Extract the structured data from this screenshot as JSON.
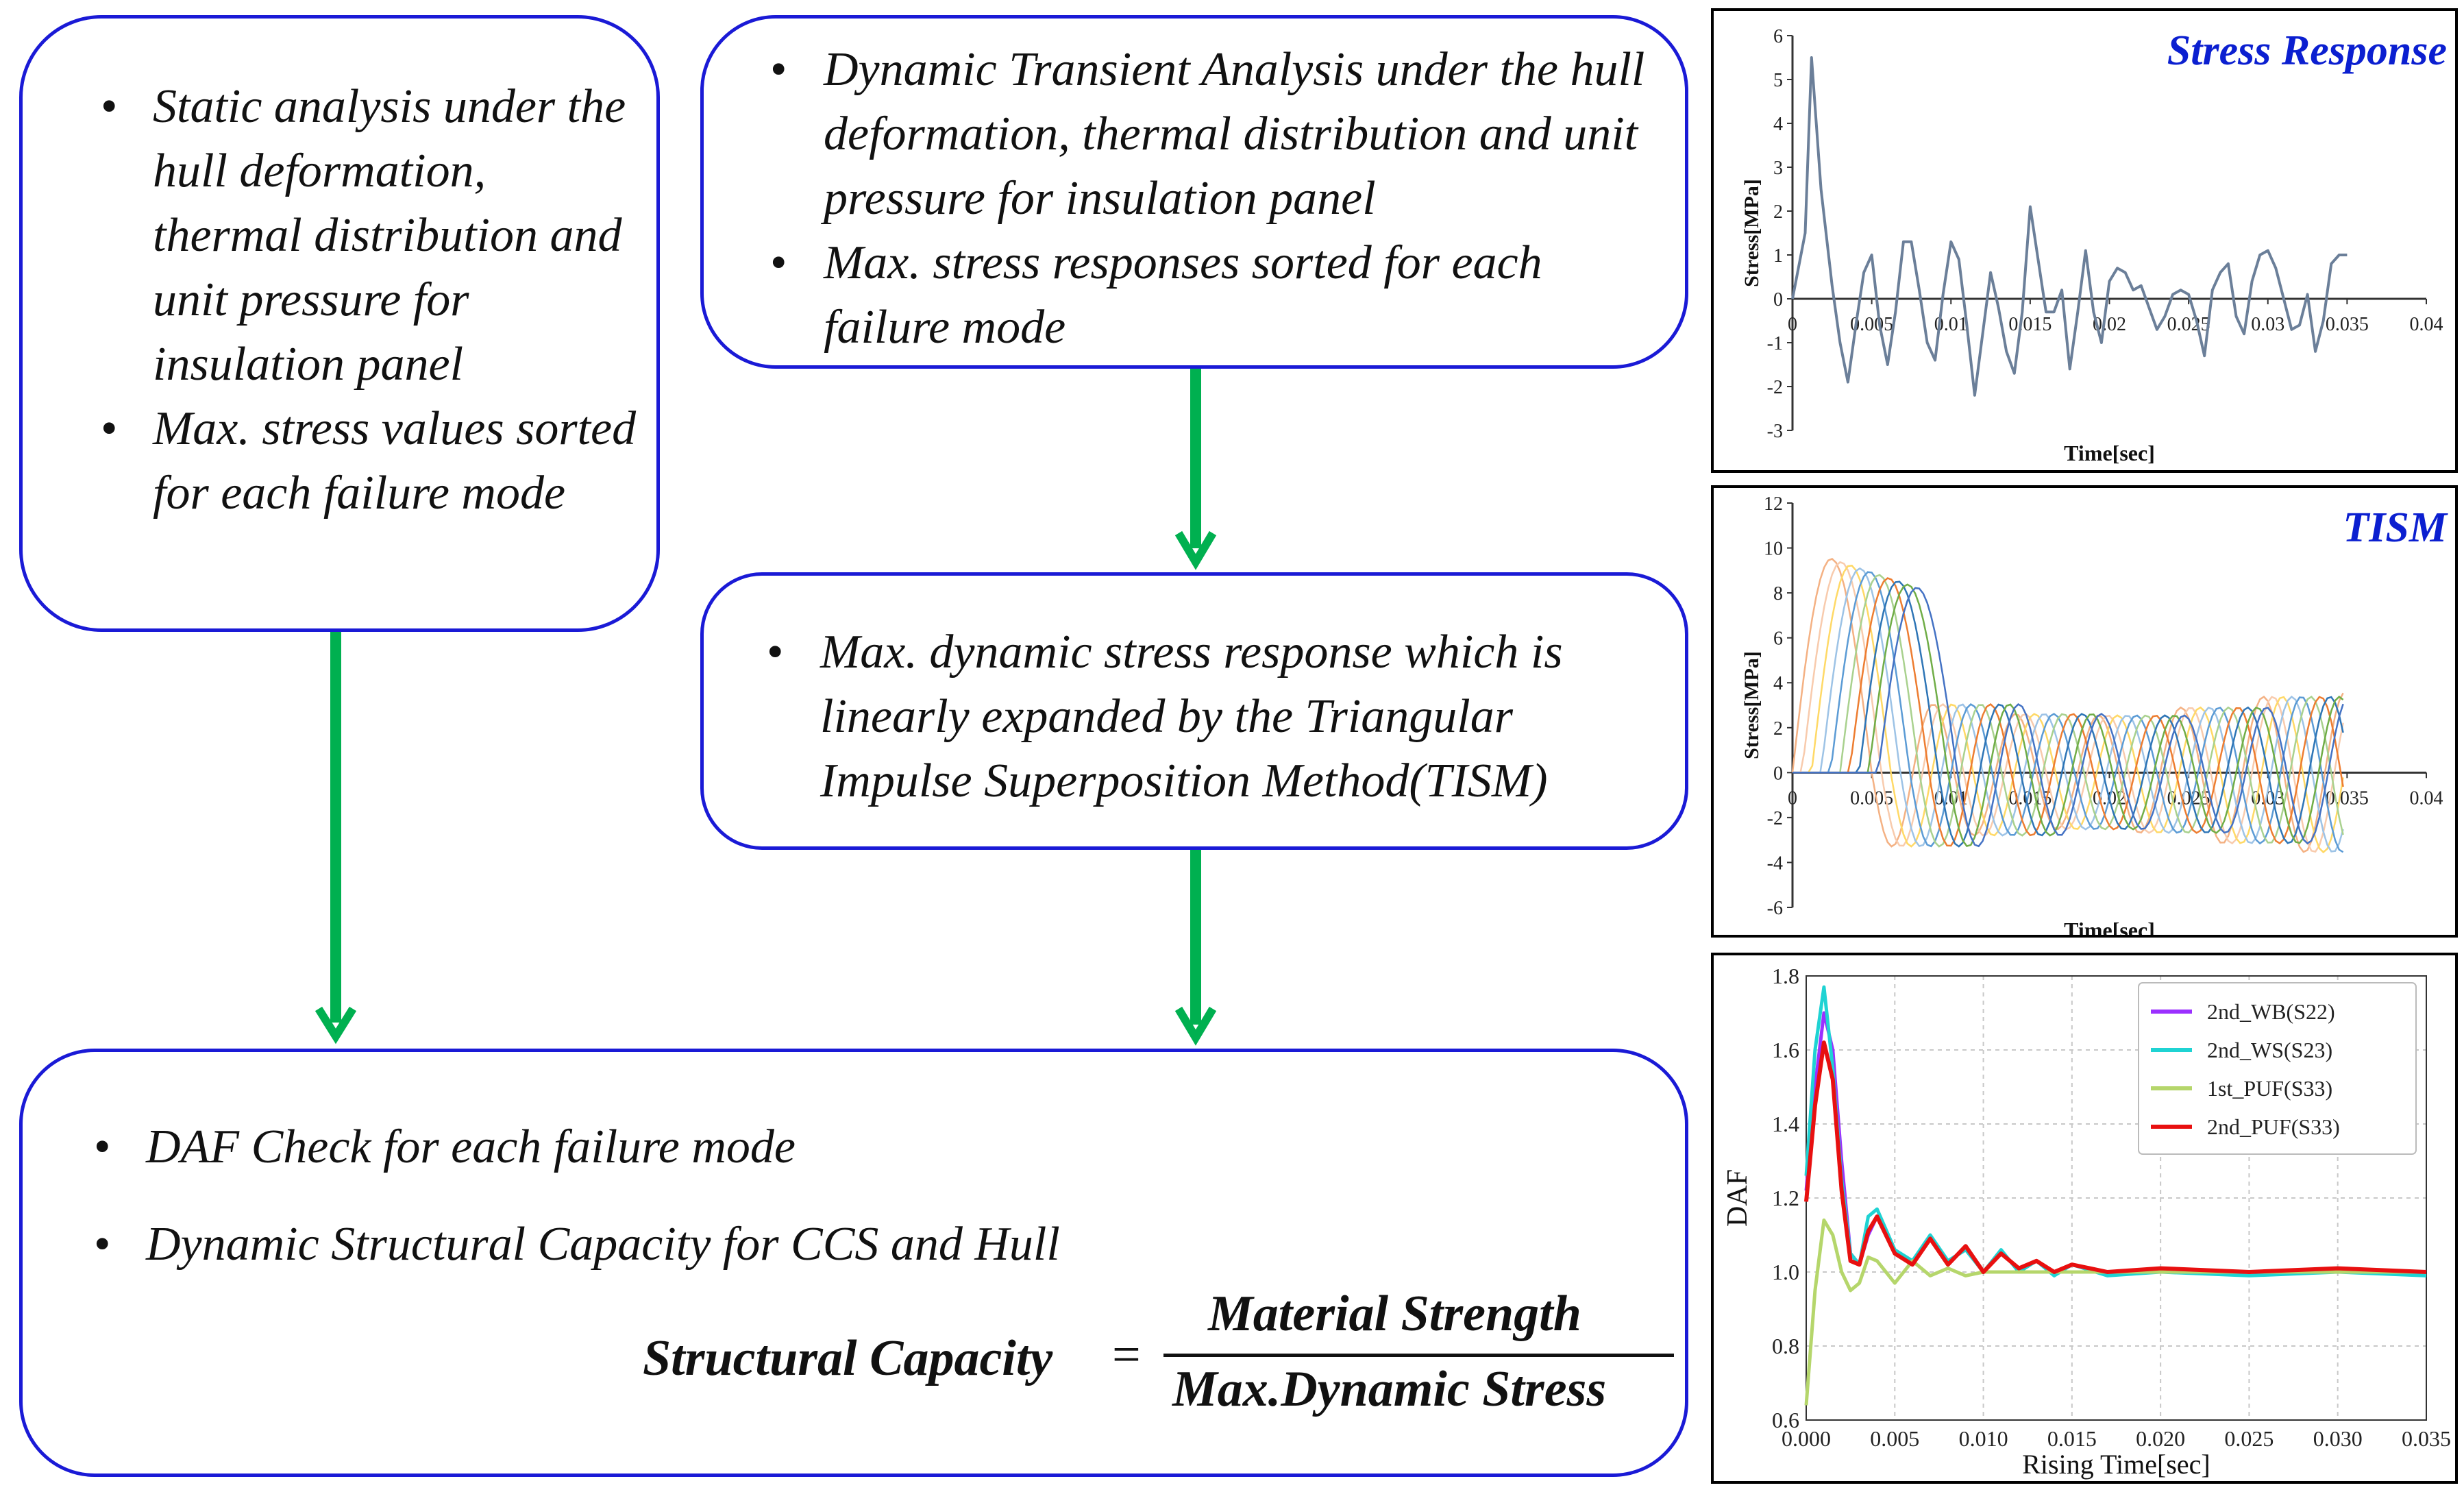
{
  "boxes": {
    "static": {
      "bullets": [
        "Static analysis under the hull deformation, thermal distribution and unit pressure for insulation panel",
        "Max. stress values sorted for each failure mode"
      ]
    },
    "dynamic": {
      "bullets": [
        "Dynamic Transient Analysis under the hull deformation, thermal distribution and unit pressure for insulation panel",
        "Max. stress responses sorted for each failure mode"
      ]
    },
    "tism": {
      "bullets": [
        "Max. dynamic stress response which is linearly expanded by the Triangular Impulse Superposition Method(TISM)"
      ]
    },
    "daf": {
      "bullets": [
        "DAF Check for each failure mode",
        "Dynamic Structural Capacity for CCS and Hull"
      ],
      "formula_lhs": "Structural Capacity",
      "formula_eq": "=",
      "formula_num": "Material Strength",
      "formula_den": "Max.Dynamic Stress"
    }
  },
  "colors": {
    "box_border": "#1a1ad6",
    "arrow": "#00b050",
    "title_blue": "#0b1fd0"
  },
  "chart_data": [
    {
      "type": "line",
      "title": "Stress Response",
      "xlabel": "Time[sec]",
      "ylabel": "Stress[MPa]",
      "xlim": [
        0,
        0.04
      ],
      "ylim": [
        -3,
        6
      ],
      "x_ticks": [
        "0",
        "0.005",
        "0.01",
        "0.015",
        "0.02",
        "0.025",
        "0.03",
        "0.035",
        "0.04"
      ],
      "y_ticks": [
        "6",
        "5",
        "4",
        "3",
        "2",
        "1",
        "0",
        "-1",
        "-2",
        "-3"
      ],
      "series": [
        {
          "color": "#6b7f99",
          "x": [
            0,
            0.0008,
            0.0012,
            0.0018,
            0.0025,
            0.003,
            0.0035,
            0.004,
            0.0045,
            0.005,
            0.0055,
            0.006,
            0.0065,
            0.007,
            0.0075,
            0.008,
            0.0085,
            0.009,
            0.0095,
            0.01,
            0.0105,
            0.011,
            0.0115,
            0.012,
            0.0125,
            0.013,
            0.0135,
            0.014,
            0.0145,
            0.015,
            0.0155,
            0.016,
            0.0165,
            0.017,
            0.0175,
            0.018,
            0.0185,
            0.019,
            0.0195,
            0.02,
            0.0205,
            0.021,
            0.0215,
            0.022,
            0.0225,
            0.023,
            0.0235,
            0.024,
            0.0245,
            0.025,
            0.0255,
            0.026,
            0.0265,
            0.027,
            0.0275,
            0.028,
            0.0285,
            0.029,
            0.0295,
            0.03,
            0.0305,
            0.031,
            0.0315,
            0.032,
            0.0325,
            0.033,
            0.0335,
            0.034,
            0.0345,
            0.035
          ],
          "y": [
            0,
            1.5,
            5.5,
            2.5,
            0.3,
            -1,
            -1.9,
            -0.6,
            0.6,
            1,
            -0.6,
            -1.5,
            -0.3,
            1.3,
            1.3,
            0.2,
            -1,
            -1.4,
            0.1,
            1.3,
            0.9,
            -0.6,
            -2.2,
            -0.8,
            0.6,
            -0.2,
            -1.2,
            -1.7,
            -0.3,
            2.1,
            0.9,
            -0.3,
            -0.3,
            0.2,
            -1.6,
            -0.3,
            1.1,
            -0.3,
            -1,
            0.4,
            0.7,
            0.6,
            0.2,
            0.3,
            -0.2,
            -0.7,
            -0.4,
            0.1,
            0.2,
            0.1,
            -0.5,
            -1.3,
            0.2,
            0.6,
            0.8,
            -0.4,
            -0.8,
            0.4,
            1,
            1.1,
            0.7,
            0,
            -0.7,
            -0.6,
            0.1,
            -1.2,
            -0.5,
            0.8,
            1,
            1
          ]
        }
      ]
    },
    {
      "type": "line",
      "title": "TISM",
      "xlabel": "Time[sec]",
      "ylabel": "Stress[MPa]",
      "xlim": [
        0,
        0.04
      ],
      "ylim": [
        -6,
        12
      ],
      "x_ticks": [
        "0",
        "0.005",
        "0.01",
        "0.015",
        "0.02",
        "0.025",
        "0.03",
        "0.035",
        "0.04"
      ],
      "y_ticks": [
        "12",
        "10",
        "8",
        "6",
        "4",
        "2",
        "0",
        "-2",
        "-4",
        "-6"
      ],
      "series_description_colors": [
        "#f4b183",
        "#f8cbad",
        "#ffd966",
        "#9dc3e6",
        "#5b9bd5",
        "#a9d18e",
        "#ed7d31",
        "#2e75b6",
        "#70ad47",
        "#4472c4"
      ]
    },
    {
      "type": "line",
      "xlabel": "Rising Time[sec]",
      "ylabel": "DAF",
      "xlim": [
        0,
        0.035
      ],
      "ylim": [
        0.6,
        1.8
      ],
      "grid": true,
      "legend": "top-right",
      "x_ticks": [
        "0.000",
        "0.005",
        "0.010",
        "0.015",
        "0.020",
        "0.025",
        "0.030",
        "0.035"
      ],
      "y_ticks": [
        "1.8",
        "1.6",
        "1.4",
        "1.2",
        "1.0",
        "0.8",
        "0.6"
      ],
      "series": [
        {
          "name": "2nd_WB(S22)",
          "color": "#9b30ff",
          "x": [
            0,
            0.0005,
            0.001,
            0.0015,
            0.002,
            0.0025,
            0.003,
            0.0035,
            0.004,
            0.005,
            0.006,
            0.007,
            0.008,
            0.009,
            0.01,
            0.011,
            0.012,
            0.013,
            0.014,
            0.015,
            0.017,
            0.02,
            0.025,
            0.03,
            0.035
          ],
          "y": [
            1.22,
            1.5,
            1.7,
            1.6,
            1.3,
            1.05,
            1.02,
            1.1,
            1.15,
            1.05,
            1.03,
            1.09,
            1.02,
            1.07,
            1.0,
            1.05,
            1.01,
            1.03,
            1.0,
            1.02,
            1.0,
            1.01,
            1.0,
            1.01,
            1.0
          ]
        },
        {
          "name": "2nd_WS(S23)",
          "color": "#1fd3d3",
          "x": [
            0,
            0.0005,
            0.001,
            0.0015,
            0.002,
            0.0025,
            0.003,
            0.0035,
            0.004,
            0.005,
            0.006,
            0.007,
            0.008,
            0.009,
            0.01,
            0.011,
            0.012,
            0.013,
            0.014,
            0.015,
            0.017,
            0.02,
            0.025,
            0.03,
            0.035
          ],
          "y": [
            1.26,
            1.6,
            1.77,
            1.55,
            1.25,
            1.05,
            1.02,
            1.15,
            1.17,
            1.06,
            1.03,
            1.1,
            1.03,
            1.06,
            1.0,
            1.06,
            1.0,
            1.03,
            0.99,
            1.02,
            0.99,
            1.0,
            0.99,
            1.0,
            0.99
          ]
        },
        {
          "name": "1st_PUF(S33)",
          "color": "#b5d66b",
          "x": [
            0,
            0.0005,
            0.001,
            0.0015,
            0.002,
            0.0025,
            0.003,
            0.0035,
            0.004,
            0.005,
            0.0055,
            0.006,
            0.007,
            0.008,
            0.009,
            0.01,
            0.012,
            0.015,
            0.02,
            0.025,
            0.03,
            0.035
          ],
          "y": [
            0.64,
            0.95,
            1.14,
            1.1,
            1.0,
            0.95,
            0.97,
            1.04,
            1.03,
            0.97,
            1.0,
            1.03,
            0.99,
            1.01,
            0.99,
            1.0,
            1.0,
            1.0,
            1.0,
            1.0,
            1.0,
            1.0
          ]
        },
        {
          "name": "2nd_PUF(S33)",
          "color": "#e81010",
          "x": [
            0,
            0.0005,
            0.001,
            0.0015,
            0.002,
            0.0025,
            0.003,
            0.0035,
            0.004,
            0.005,
            0.006,
            0.007,
            0.008,
            0.009,
            0.01,
            0.011,
            0.012,
            0.013,
            0.014,
            0.015,
            0.017,
            0.02,
            0.025,
            0.03,
            0.035
          ],
          "y": [
            1.19,
            1.45,
            1.62,
            1.52,
            1.22,
            1.03,
            1.02,
            1.11,
            1.15,
            1.05,
            1.02,
            1.09,
            1.02,
            1.07,
            1.0,
            1.05,
            1.01,
            1.03,
            1.0,
            1.02,
            1.0,
            1.01,
            1.0,
            1.01,
            1.0
          ]
        }
      ]
    }
  ]
}
